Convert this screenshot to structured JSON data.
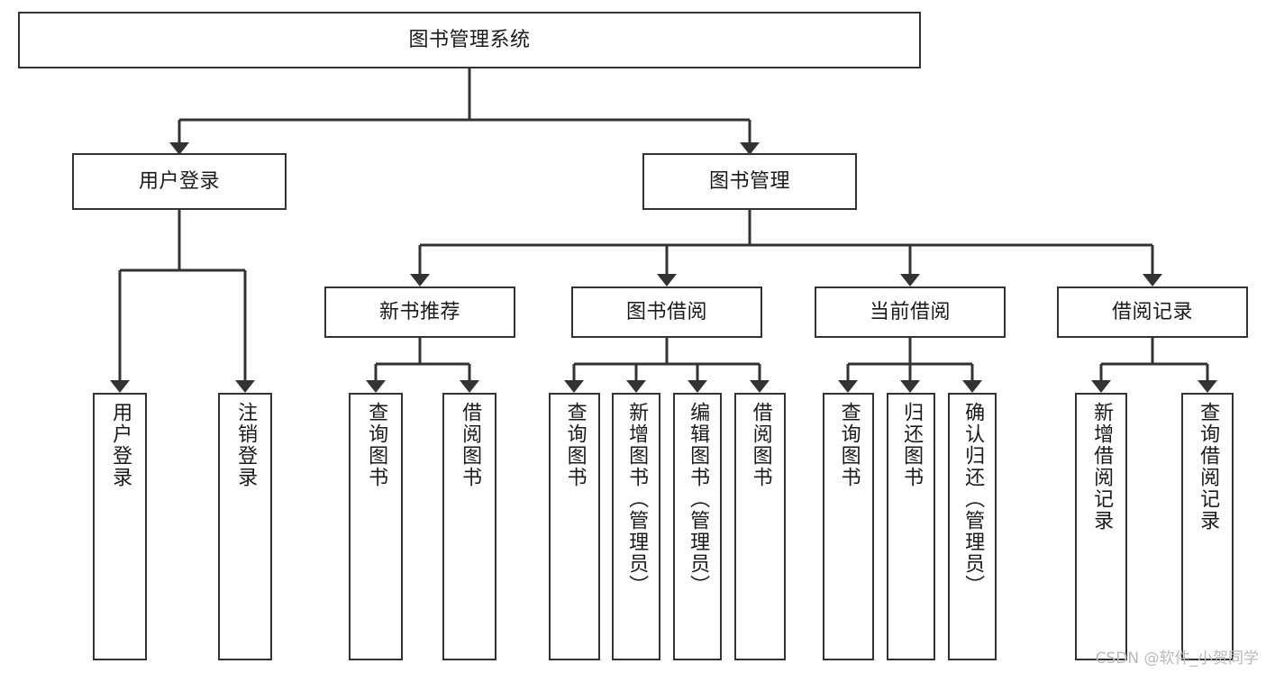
{
  "diagram": {
    "type": "tree-hierarchy-diagram",
    "title": "图书管理系统",
    "colors": {
      "box_border": "#333333",
      "box_fill": "#ffffff",
      "connector": "#333333",
      "page_background": "#ffffff",
      "watermark": "#b9b9b9"
    },
    "levels": [
      {
        "level": 1,
        "nodes": [
          {
            "id": "root",
            "label": "图书管理系统",
            "orientation": "horizontal"
          }
        ]
      },
      {
        "level": 2,
        "nodes": [
          {
            "id": "user-login",
            "label": "用户登录",
            "orientation": "horizontal",
            "parent": "root"
          },
          {
            "id": "book-manage",
            "label": "图书管理",
            "orientation": "horizontal",
            "parent": "root"
          }
        ]
      },
      {
        "level": 3,
        "nodes": [
          {
            "id": "new-book-recommend",
            "label": "新书推荐",
            "orientation": "horizontal",
            "parent": "book-manage"
          },
          {
            "id": "book-borrow",
            "label": "图书借阅",
            "orientation": "horizontal",
            "parent": "book-manage"
          },
          {
            "id": "current-borrow",
            "label": "当前借阅",
            "orientation": "horizontal",
            "parent": "book-manage"
          },
          {
            "id": "borrow-record",
            "label": "借阅记录",
            "orientation": "horizontal",
            "parent": "book-manage"
          }
        ]
      },
      {
        "level": 4,
        "nodes": [
          {
            "id": "leaf-user-login",
            "label": "用户登录",
            "orientation": "vertical",
            "parent": "user-login"
          },
          {
            "id": "leaf-logout-login",
            "label": "注销登录",
            "orientation": "vertical",
            "parent": "user-login"
          },
          {
            "id": "leaf-query-book-1",
            "label": "查询图书",
            "orientation": "vertical",
            "parent": "new-book-recommend"
          },
          {
            "id": "leaf-borrow-book-1",
            "label": "借阅图书",
            "orientation": "vertical",
            "parent": "new-book-recommend"
          },
          {
            "id": "leaf-query-book-2",
            "label": "查询图书",
            "orientation": "vertical",
            "parent": "book-borrow"
          },
          {
            "id": "leaf-add-book",
            "label": "新增图书（管理员）",
            "orientation": "vertical",
            "parent": "book-borrow"
          },
          {
            "id": "leaf-edit-book",
            "label": "编辑图书（管理员）",
            "orientation": "vertical",
            "parent": "book-borrow"
          },
          {
            "id": "leaf-borrow-book-2",
            "label": "借阅图书",
            "orientation": "vertical",
            "parent": "book-borrow"
          },
          {
            "id": "leaf-query-book-3",
            "label": "查询图书",
            "orientation": "vertical",
            "parent": "current-borrow"
          },
          {
            "id": "leaf-return-book",
            "label": "归还图书",
            "orientation": "vertical",
            "parent": "current-borrow"
          },
          {
            "id": "leaf-confirm-return",
            "label": "确认归还（管理员）",
            "orientation": "vertical",
            "parent": "current-borrow"
          },
          {
            "id": "leaf-add-record",
            "label": "新增借阅记录",
            "orientation": "vertical",
            "parent": "borrow-record"
          },
          {
            "id": "leaf-query-record",
            "label": "查询借阅记录",
            "orientation": "vertical",
            "parent": "borrow-record"
          }
        ]
      }
    ]
  },
  "watermark": {
    "text": "CSDN @软件_小贺同学"
  }
}
